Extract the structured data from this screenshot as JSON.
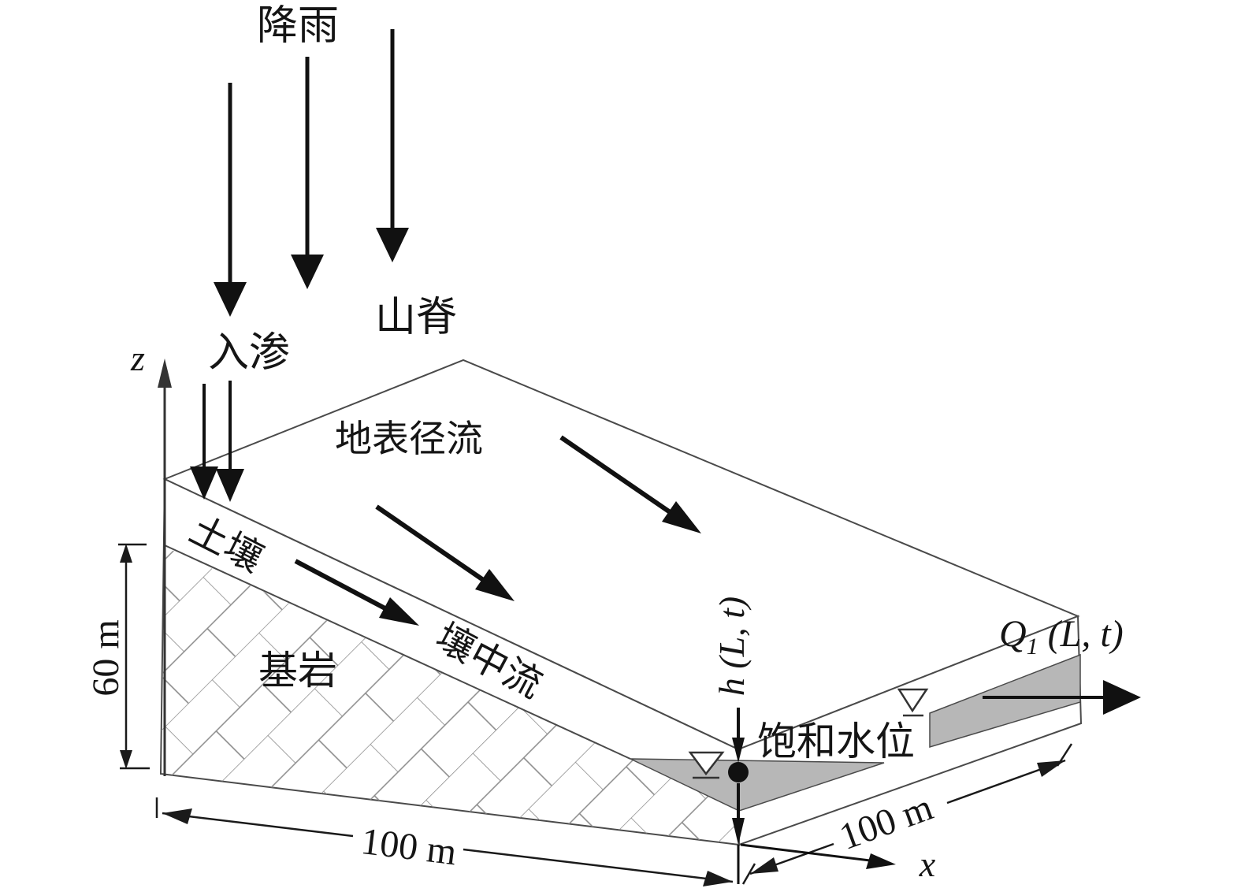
{
  "figure": {
    "title_hint": "hillslope rainfall-runoff conceptual diagram",
    "colors": {
      "ink": "#151515",
      "edge": "#4a4a4a",
      "hatch": "#8a8a8a",
      "water_gray": "#b7b7b7",
      "background": "#ffffff"
    },
    "labels": {
      "rainfall": "降雨",
      "ridge": "山脊",
      "infiltration": "入渗",
      "surface_runoff": "地表径流",
      "soil": "土壤",
      "subsurface_flow": "壤中流",
      "bedrock": "基岩",
      "saturated_water_level": "饱和水位",
      "water_depth": "h (L, t)",
      "outflow_q": "Q",
      "outflow_sub": "1",
      "outflow_rest": " (L, t)",
      "axis_z": "z",
      "axis_x": "x",
      "dim_height": "60 m",
      "dim_length_bottom": "100 m",
      "dim_width_right": "100 m"
    }
  }
}
